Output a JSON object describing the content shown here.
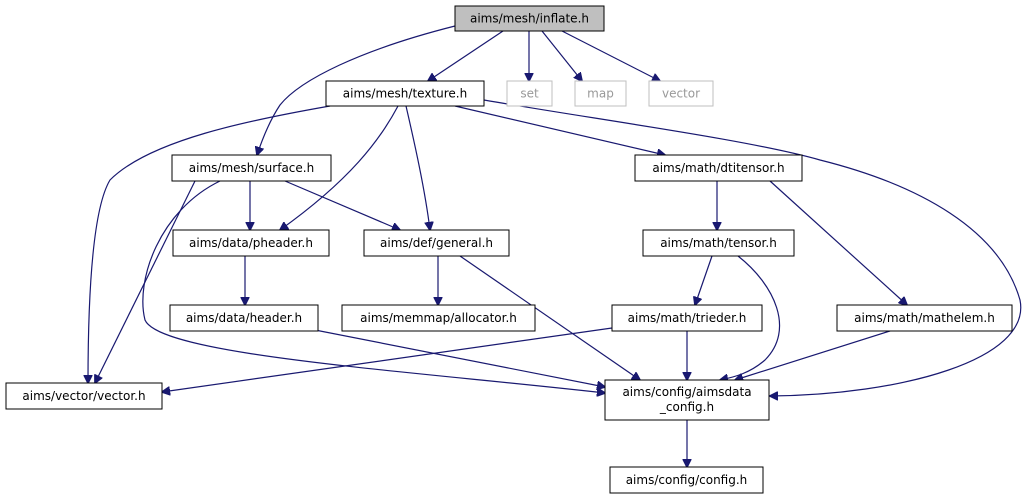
{
  "colors": {
    "edge": "#191970",
    "node_border": "#000000",
    "node_fill": "#ffffff",
    "root_fill": "#bfbfbf",
    "external_border": "#bfbfbf",
    "external_text": "#999999"
  },
  "nodes": {
    "inflate": {
      "label": "aims/mesh/inflate.h"
    },
    "texture": {
      "label": "aims/mesh/texture.h"
    },
    "set": {
      "label": "set"
    },
    "map": {
      "label": "map"
    },
    "vector_std": {
      "label": "vector"
    },
    "surface": {
      "label": "aims/mesh/surface.h"
    },
    "dtitensor": {
      "label": "aims/math/dtitensor.h"
    },
    "pheader": {
      "label": "aims/data/pheader.h"
    },
    "general": {
      "label": "aims/def/general.h"
    },
    "tensor": {
      "label": "aims/math/tensor.h"
    },
    "header": {
      "label": "aims/data/header.h"
    },
    "allocator": {
      "label": "aims/memmap/allocator.h"
    },
    "trieder": {
      "label": "aims/math/trieder.h"
    },
    "mathelem": {
      "label": "aims/math/mathelem.h"
    },
    "vectorh": {
      "label": "aims/vector/vector.h"
    },
    "aimsdata_config": {
      "label_line1": "aims/config/aimsdata",
      "label_line2": "_config.h"
    },
    "config": {
      "label": "aims/config/config.h"
    }
  }
}
